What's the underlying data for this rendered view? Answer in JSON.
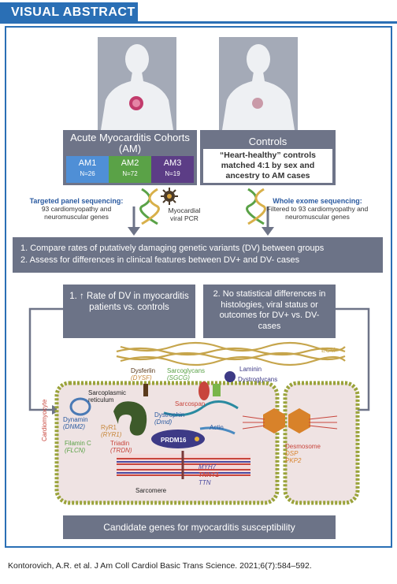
{
  "header": {
    "title": "VISUAL ABSTRACT"
  },
  "colors": {
    "accent": "#2a6fb5",
    "panel": "#6e7488",
    "am1": "#4f8fd6",
    "am2": "#5aa247",
    "am3": "#5c3d86"
  },
  "cohorts": {
    "title": "Acute Myocarditis Cohorts (AM)",
    "groups": [
      {
        "label": "AM1",
        "n": "N=26"
      },
      {
        "label": "AM2",
        "n": "N=72"
      },
      {
        "label": "AM3",
        "n": "N=19"
      }
    ]
  },
  "controls": {
    "title": "Controls",
    "desc": "“Heart-healthy” controls matched 4:1 by sex and ancestry to AM cases"
  },
  "methods": {
    "targeted_title": "Targeted panel sequencing:",
    "targeted_desc": "93 cardiomyopathy and neuromuscular genes",
    "pcr": "Myocardial viral PCR",
    "wes_title": "Whole exome sequencing:",
    "wes_desc": "Filtered to 93 cardiomyopathy and neuromuscular genes"
  },
  "aims": {
    "line1": "1. Compare rates of putatively damaging genetic variants (DV) between groups",
    "line2": "2. Assess for differences in clinical features between DV+ and DV- cases"
  },
  "results": {
    "r1_prefix": "1.",
    "r1_rest": "Rate of DV in myocarditis patients vs. controls",
    "r2": "2. No statistical differences in histologies, viral status or outcomes for DV+ vs. DV- cases"
  },
  "cell": {
    "ecm": "ECM",
    "cardiomyocyte": "Cardiomyocyte",
    "sarcoplasmic": "Sarcoplasmic reticulum",
    "dysferlin": "Dysferlin",
    "dysf": "(DYSF)",
    "sarcoglycans": "Sarcoglycans",
    "sgcg": "(SGCG)",
    "laminin": "Laminin",
    "dystroglycans": "Dystroglycans",
    "sarcospan": "Sarcospan",
    "dystrophin": "Dystrophin",
    "dmd": "(Dmd)",
    "actin": "Actin",
    "prdm16": "PRDM16",
    "dynamin": "Dynamin",
    "dnm2": "(DNM2)",
    "ryr1": "RyR1",
    "ryr1g": "(RYR1)",
    "triadin": "Triadin",
    "trdn": "(TRDN)",
    "filamin": "Filamin C",
    "flcn": "(FLCN)",
    "myh7": "MYH7",
    "tnnt1": "TNNT1",
    "ttn": "TTN",
    "sarcomere": "Sarcomere",
    "desmosome": "Desmosome",
    "dsp": "DSP",
    "pkp2": "PKP2"
  },
  "conclusion": "Candidate genes for myocarditis susceptibility",
  "citation": "Kontorovich, A.R. et al. J Am Coll Cardiol Basic Trans Science. 2021;6(7):584–592."
}
